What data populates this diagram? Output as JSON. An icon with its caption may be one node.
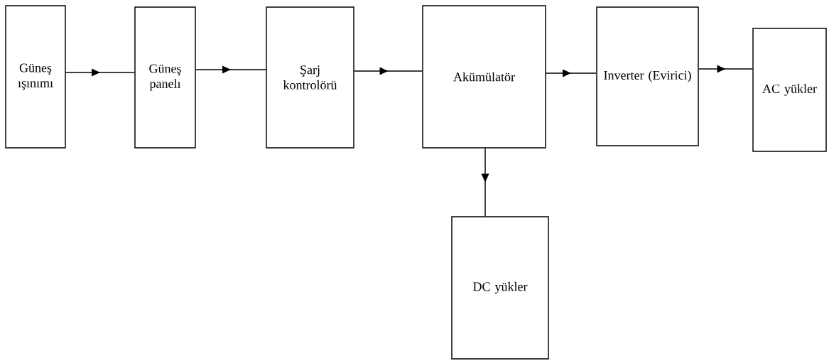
{
  "diagram": {
    "nodes": [
      {
        "text": [
          "Güneş ışınımı"
        ]
      },
      {
        "text": [
          "Güneş panelı"
        ]
      },
      {
        "text": [
          "Şarj kontrolörü"
        ]
      },
      {
        "text": [
          "Akümülatör"
        ]
      },
      {
        "text": [
          "Inverter (Evirici)"
        ]
      },
      {
        "text": [
          "AC yükler"
        ]
      },
      {
        "text": [
          "DC yükler"
        ]
      }
    ],
    "edges": [
      {
        "from": 0,
        "to": 1,
        "arrow": "to"
      },
      {
        "from": 1,
        "to": 2,
        "arrow": "to"
      },
      {
        "from": 2,
        "to": 3,
        "arrow": "to"
      },
      {
        "from": 3,
        "to": 4,
        "arrow": "to"
      },
      {
        "from": 4,
        "to": 5,
        "arrow": "to"
      },
      {
        "from": 3,
        "to": 6,
        "arrow": "to"
      }
    ]
  }
}
